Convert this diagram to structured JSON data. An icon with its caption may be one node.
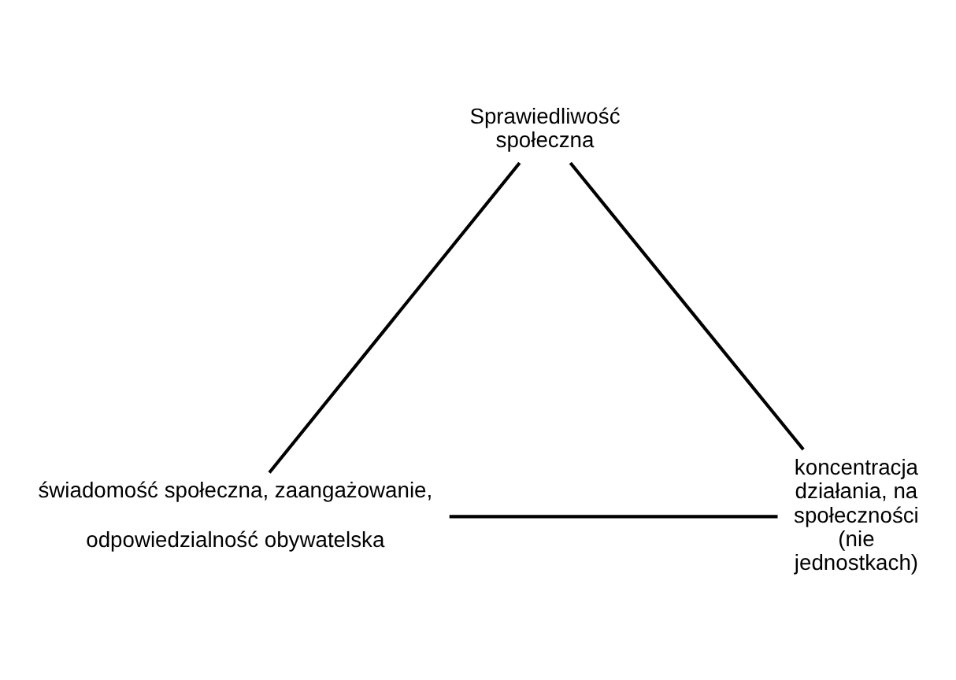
{
  "diagram": {
    "nodes": [
      {
        "text": [
          "Sprawiedliwość społeczna"
        ]
      },
      {
        "text": [
          "świadomość społeczna, zaangażowanie,",
          "odpowiedzialność obywatelska"
        ]
      },
      {
        "text": [
          "koncentracja działania, na społeczności (nie jednostkach)"
        ]
      }
    ],
    "edges": [
      {
        "from": 0,
        "to": 1,
        "arrow": "none"
      },
      {
        "from": 0,
        "to": 2,
        "arrow": "none"
      },
      {
        "from": 1,
        "to": 2,
        "arrow": "none"
      }
    ]
  }
}
